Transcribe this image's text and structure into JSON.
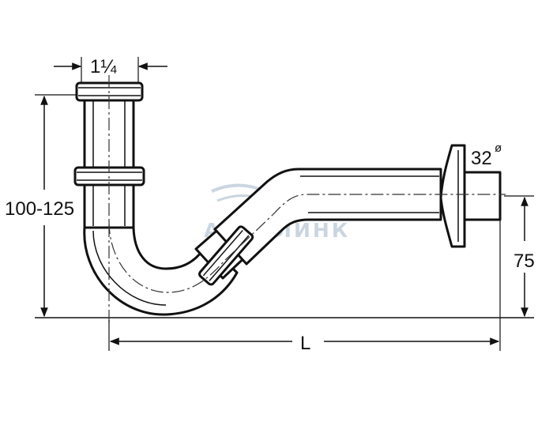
{
  "dimensions": {
    "inlet_size": "1¼",
    "height_range": "100-125",
    "outlet_diameter": "32",
    "outlet_diameter_symbol": "ø",
    "outlet_height": "75",
    "length": "L"
  },
  "watermark": {
    "text": "АКВАЛИНК",
    "color": "#9fb4c8"
  },
  "colors": {
    "line": "#111111",
    "background": "#ffffff"
  }
}
